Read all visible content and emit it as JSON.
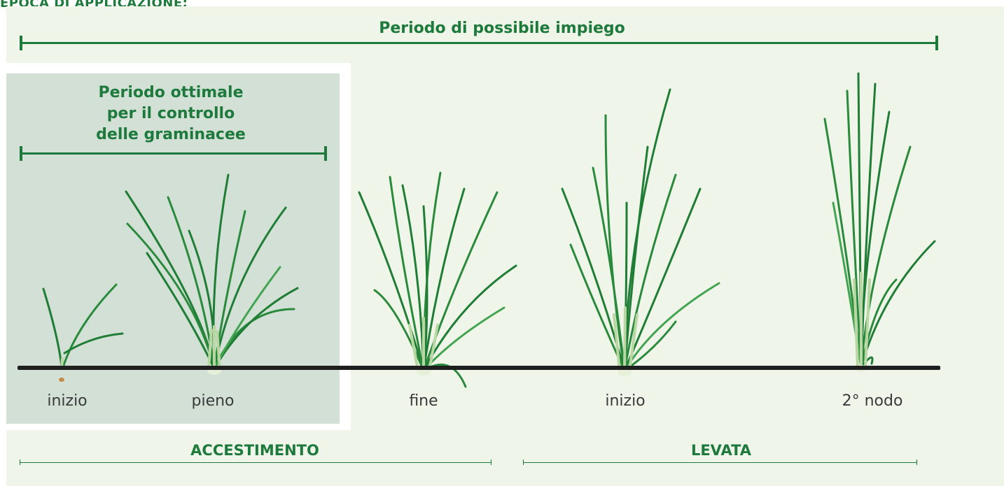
{
  "section_title": "EPOCA DI APPLICAZIONE:",
  "possible_period": "Periodo di possibile impiego",
  "optimal_period": {
    "line1": "Periodo ottimale",
    "line2": "per il controllo",
    "line3": "delle graminacee"
  },
  "stages": {
    "s1": "inizio",
    "s2": "pieno",
    "s3": "fine",
    "s4": "inizio",
    "s5": "2° nodo"
  },
  "phases": {
    "tillering": "ACCESTIMENTO",
    "stem_elongation": "LEVATA"
  },
  "colors": {
    "brand_green": "#1e7a3c",
    "panel_background": "#f0f5e9",
    "optimal_box": "#d2e0d6",
    "ground": "#1f1f1f",
    "leaf_dark": "#1f7d35",
    "leaf_light": "#42a450",
    "stem": "#b9d7a2"
  }
}
